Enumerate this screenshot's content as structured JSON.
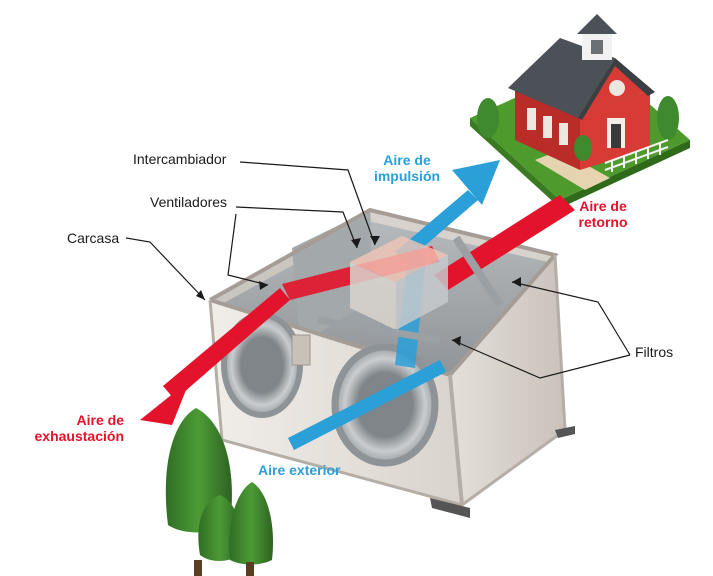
{
  "labels": {
    "intercambiador": "Intercambiador",
    "ventiladores": "Ventiladores",
    "carcasa": "Carcasa",
    "filtros": "Filtros"
  },
  "flows": {
    "impulsion": {
      "line1": "Aire de",
      "line2": "impulsión"
    },
    "retorno": {
      "line1": "Aire de",
      "line2": "retorno"
    },
    "exhaustacion": {
      "line1": "Aire de",
      "line2": "exhaustación"
    },
    "exterior": {
      "text": "Aire exterior"
    }
  },
  "colors": {
    "cold_air": "#2a9fd8",
    "warm_air": "#e3132b",
    "house_wall": "#d83a35",
    "house_roof": "#4b5157",
    "grass": "#4e9a2c",
    "tree": "#3f8a2f"
  }
}
